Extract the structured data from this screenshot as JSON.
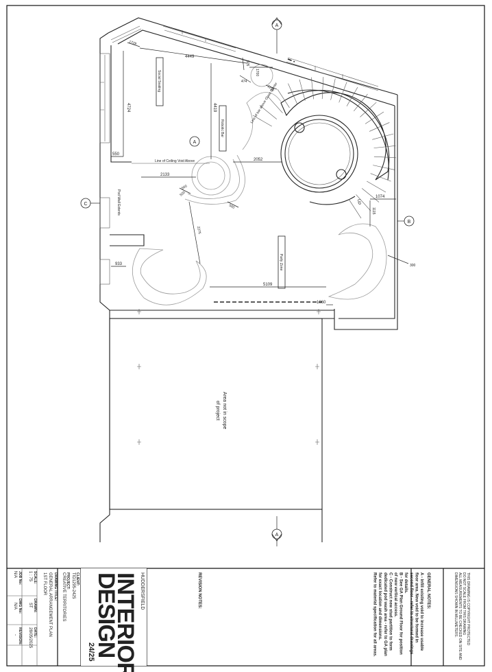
{
  "plan": {
    "zones": {
      "social_seating": "Social Seating",
      "robotic_bar": "Robotic Bar",
      "party_zone": "Party Zone",
      "out_of_scope_line1": "Area not in scope",
      "out_of_scope_line2": "of project"
    },
    "annotations": {
      "ceiling_void": "Line of Ceiling Void Above",
      "bar_front": "Line of bar above Glass Barrier",
      "pod_wall": "Pod Wall Extents",
      "up": "UP"
    },
    "dimensions": {
      "d4449": "4449",
      "d4724": "4724",
      "d4419": "4419",
      "d550": "550",
      "d2133": "2133",
      "d2052": "2052",
      "d1074": "1074",
      "d1115": "1115",
      "d1060": "1060",
      "d933": "933",
      "d5109": "5109",
      "d2275": "2275",
      "d1700": "1700",
      "d505": "505",
      "d474": "474",
      "d1250": "1250",
      "d1729": "1729",
      "d500a": "500",
      "d500b": "500",
      "d500c": "500",
      "d300": "300"
    },
    "markers": {
      "a_top": "A",
      "a_bottom": "A",
      "a_plan": "A",
      "b": "B",
      "c": "C"
    }
  },
  "title_block": {
    "general_notes_heading": "GENERAL NOTES:",
    "copyright_note": [
      "THIS DRAWING IS COPYRIGHT PROTECTED",
      "DO NOT SCALE FROM THIS DRAWING",
      "ALL MEASUREMENTS TO BE CHECKED ON SITE AND",
      "DIMENSIONS SHOWN IN MILLIMETERS."
    ],
    "notes": [
      "A - Infill existing void to increase usable",
      "floor area. New void to be formed in",
      "second floor - refer to structural drawings",
      "for details.",
      "B - See GA Plan Ground Floor for position",
      "of new vertical access.",
      "C - Construct new stud partition to form",
      "dedicated pod wash area - refer to GA plan",
      "for exact location and dimensions.",
      "Refer to material specification for all areas."
    ],
    "revision_heading": "REVISION NOTES:",
    "school": "HUDDERSFIELD",
    "logo_word1": "INTERIOR",
    "logo_word2": "DESIGN",
    "year": "24/25",
    "client_label": "CLIENT:",
    "client": "TID1295-2425",
    "project_label": "PROJECT:",
    "project": "CREATIVE TERRITORIES",
    "drawing_title_label": "DRAWING TITLE:",
    "drawing_title_1": "GENERAL ARRANGEMENT PLAN",
    "drawing_title_2": "1ST FLOOR",
    "scale_label": "SCALE:",
    "scale": "1 : 75",
    "drawn_label": "DRAWN:",
    "drawn": "ST",
    "date_label": "DATE:",
    "date": "28/05/2025",
    "job_label": "JOB No:",
    "job": "N/A",
    "dwg_label": "DWG No:",
    "dwg": "N/A",
    "rev_label": "REVISION:",
    "rev": "-"
  }
}
